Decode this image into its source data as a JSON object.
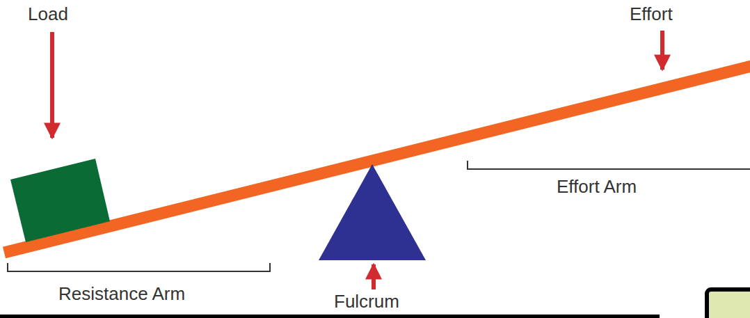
{
  "diagram": {
    "labels": [
      "Load",
      "Effort",
      "Effort Arm",
      "Resistance Arm",
      "Fulcrum"
    ]
  }
}
